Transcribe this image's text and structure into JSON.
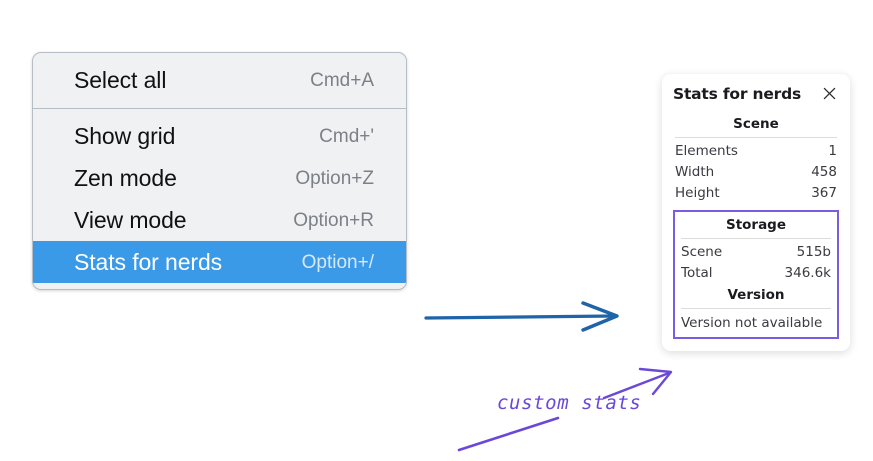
{
  "menu": {
    "groups": [
      {
        "items": [
          {
            "label": "Select all",
            "shortcut": "Cmd+A",
            "selected": false
          }
        ]
      },
      {
        "items": [
          {
            "label": "Show grid",
            "shortcut": "Cmd+'",
            "selected": false
          },
          {
            "label": "Zen mode",
            "shortcut": "Option+Z",
            "selected": false
          },
          {
            "label": "View mode",
            "shortcut": "Option+R",
            "selected": false
          },
          {
            "label": "Stats for nerds",
            "shortcut": "Option+/",
            "selected": true
          }
        ]
      }
    ],
    "selected_highlight_color": "#3b9ae8"
  },
  "stats_panel": {
    "title": "Stats for nerds",
    "close_icon": "close-icon",
    "scene": {
      "heading": "Scene",
      "rows": [
        {
          "key": "Elements",
          "value": "1"
        },
        {
          "key": "Width",
          "value": "458"
        },
        {
          "key": "Height",
          "value": "367"
        }
      ]
    },
    "outlined": {
      "outline_color": "#7b5ce0",
      "storage": {
        "heading": "Storage",
        "rows": [
          {
            "key": "Scene",
            "value": "515b"
          },
          {
            "key": "Total",
            "value": "346.6k"
          }
        ]
      },
      "version": {
        "heading": "Version",
        "text": "Version not available"
      }
    }
  },
  "annotations": {
    "blue_arrow": {
      "name": "blue-flow-arrow",
      "color": "#1f63a8"
    },
    "purple_arrow": {
      "name": "purple-callout-arrow",
      "color": "#6b48d8"
    },
    "purple_underline": {
      "name": "purple-underline-stroke",
      "color": "#6b48d8"
    },
    "handwriting": {
      "text": "custom stats",
      "color": "#6b48d8"
    }
  }
}
